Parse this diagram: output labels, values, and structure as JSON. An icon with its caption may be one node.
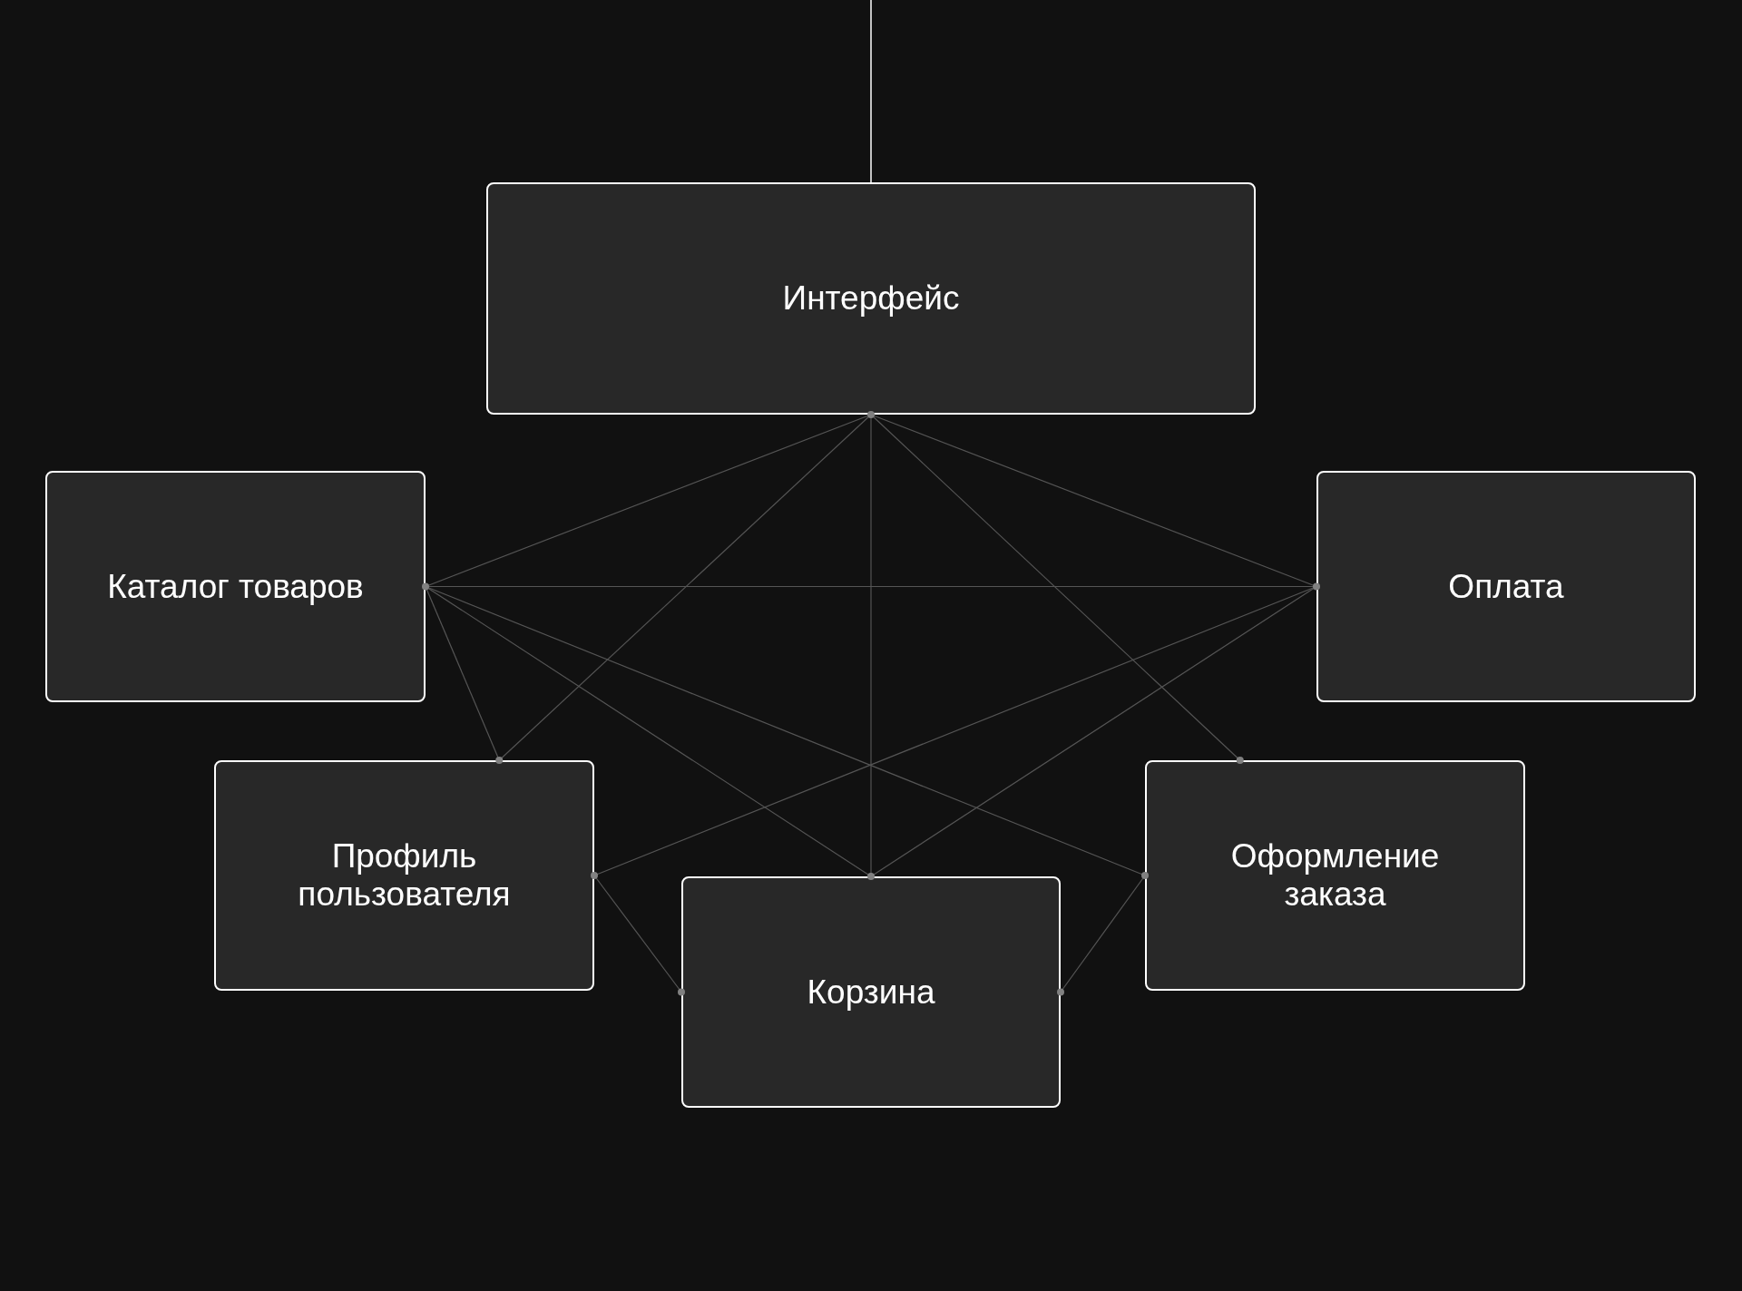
{
  "diagram": {
    "nodes": [
      {
        "text": [
          "Интерфейс"
        ]
      },
      {
        "text": [
          "Каталог товаров"
        ]
      },
      {
        "text": [
          "Оплата"
        ]
      },
      {
        "text": [
          "Профиль пользователя"
        ]
      },
      {
        "text": [
          "Оформление заказа"
        ]
      },
      {
        "text": [
          "Корзина"
        ]
      }
    ],
    "edges": [
      {
        "from": null,
        "to": 0,
        "arrow": "none",
        "color": "#ffffff"
      },
      {
        "from": 0,
        "to": 1,
        "arrow": "none"
      },
      {
        "from": 0,
        "to": 3,
        "arrow": "none"
      },
      {
        "from": 0,
        "to": 5,
        "arrow": "none"
      },
      {
        "from": 0,
        "to": 4,
        "arrow": "none"
      },
      {
        "from": 0,
        "to": 2,
        "arrow": "none"
      },
      {
        "from": 1,
        "to": 2,
        "arrow": "none"
      },
      {
        "from": 1,
        "to": 3,
        "arrow": "none"
      },
      {
        "from": 1,
        "to": 5,
        "arrow": "none"
      },
      {
        "from": 1,
        "to": 4,
        "arrow": "none"
      },
      {
        "from": 2,
        "to": 3,
        "arrow": "none"
      },
      {
        "from": 2,
        "to": 5,
        "arrow": "none"
      },
      {
        "from": 3,
        "to": 5,
        "arrow": "none"
      },
      {
        "from": 4,
        "to": 5,
        "arrow": "none"
      }
    ]
  }
}
